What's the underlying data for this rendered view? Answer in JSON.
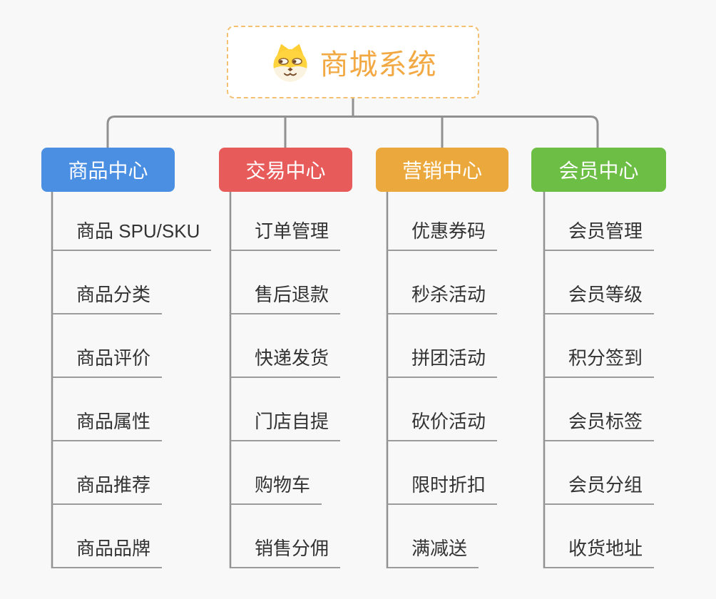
{
  "page": {
    "background_color": "#f8f8f8",
    "connector_color": "#919191"
  },
  "root": {
    "title": "商城系统",
    "icon": "dog-face-icon",
    "border_color": "#f4c173",
    "text_color": "#f2a943"
  },
  "branches": [
    {
      "id": "product-center",
      "label": "商品中心",
      "color": "#4b8fe3",
      "children": [
        "商品 SPU/SKU",
        "商品分类",
        "商品评价",
        "商品属性",
        "商品推荐",
        "商品品牌"
      ]
    },
    {
      "id": "trade-center",
      "label": "交易中心",
      "color": "#e85b5b",
      "children": [
        "订单管理",
        "售后退款",
        "快递发货",
        "门店自提",
        "购物车",
        "销售分佣"
      ]
    },
    {
      "id": "marketing-center",
      "label": "营销中心",
      "color": "#eba93d",
      "children": [
        "优惠券码",
        "秒杀活动",
        "拼团活动",
        "砍价活动",
        "限时折扣",
        "满减送"
      ]
    },
    {
      "id": "member-center",
      "label": "会员中心",
      "color": "#6cbe44",
      "children": [
        "会员管理",
        "会员等级",
        "积分签到",
        "会员标签",
        "会员分组",
        "收货地址"
      ]
    }
  ]
}
